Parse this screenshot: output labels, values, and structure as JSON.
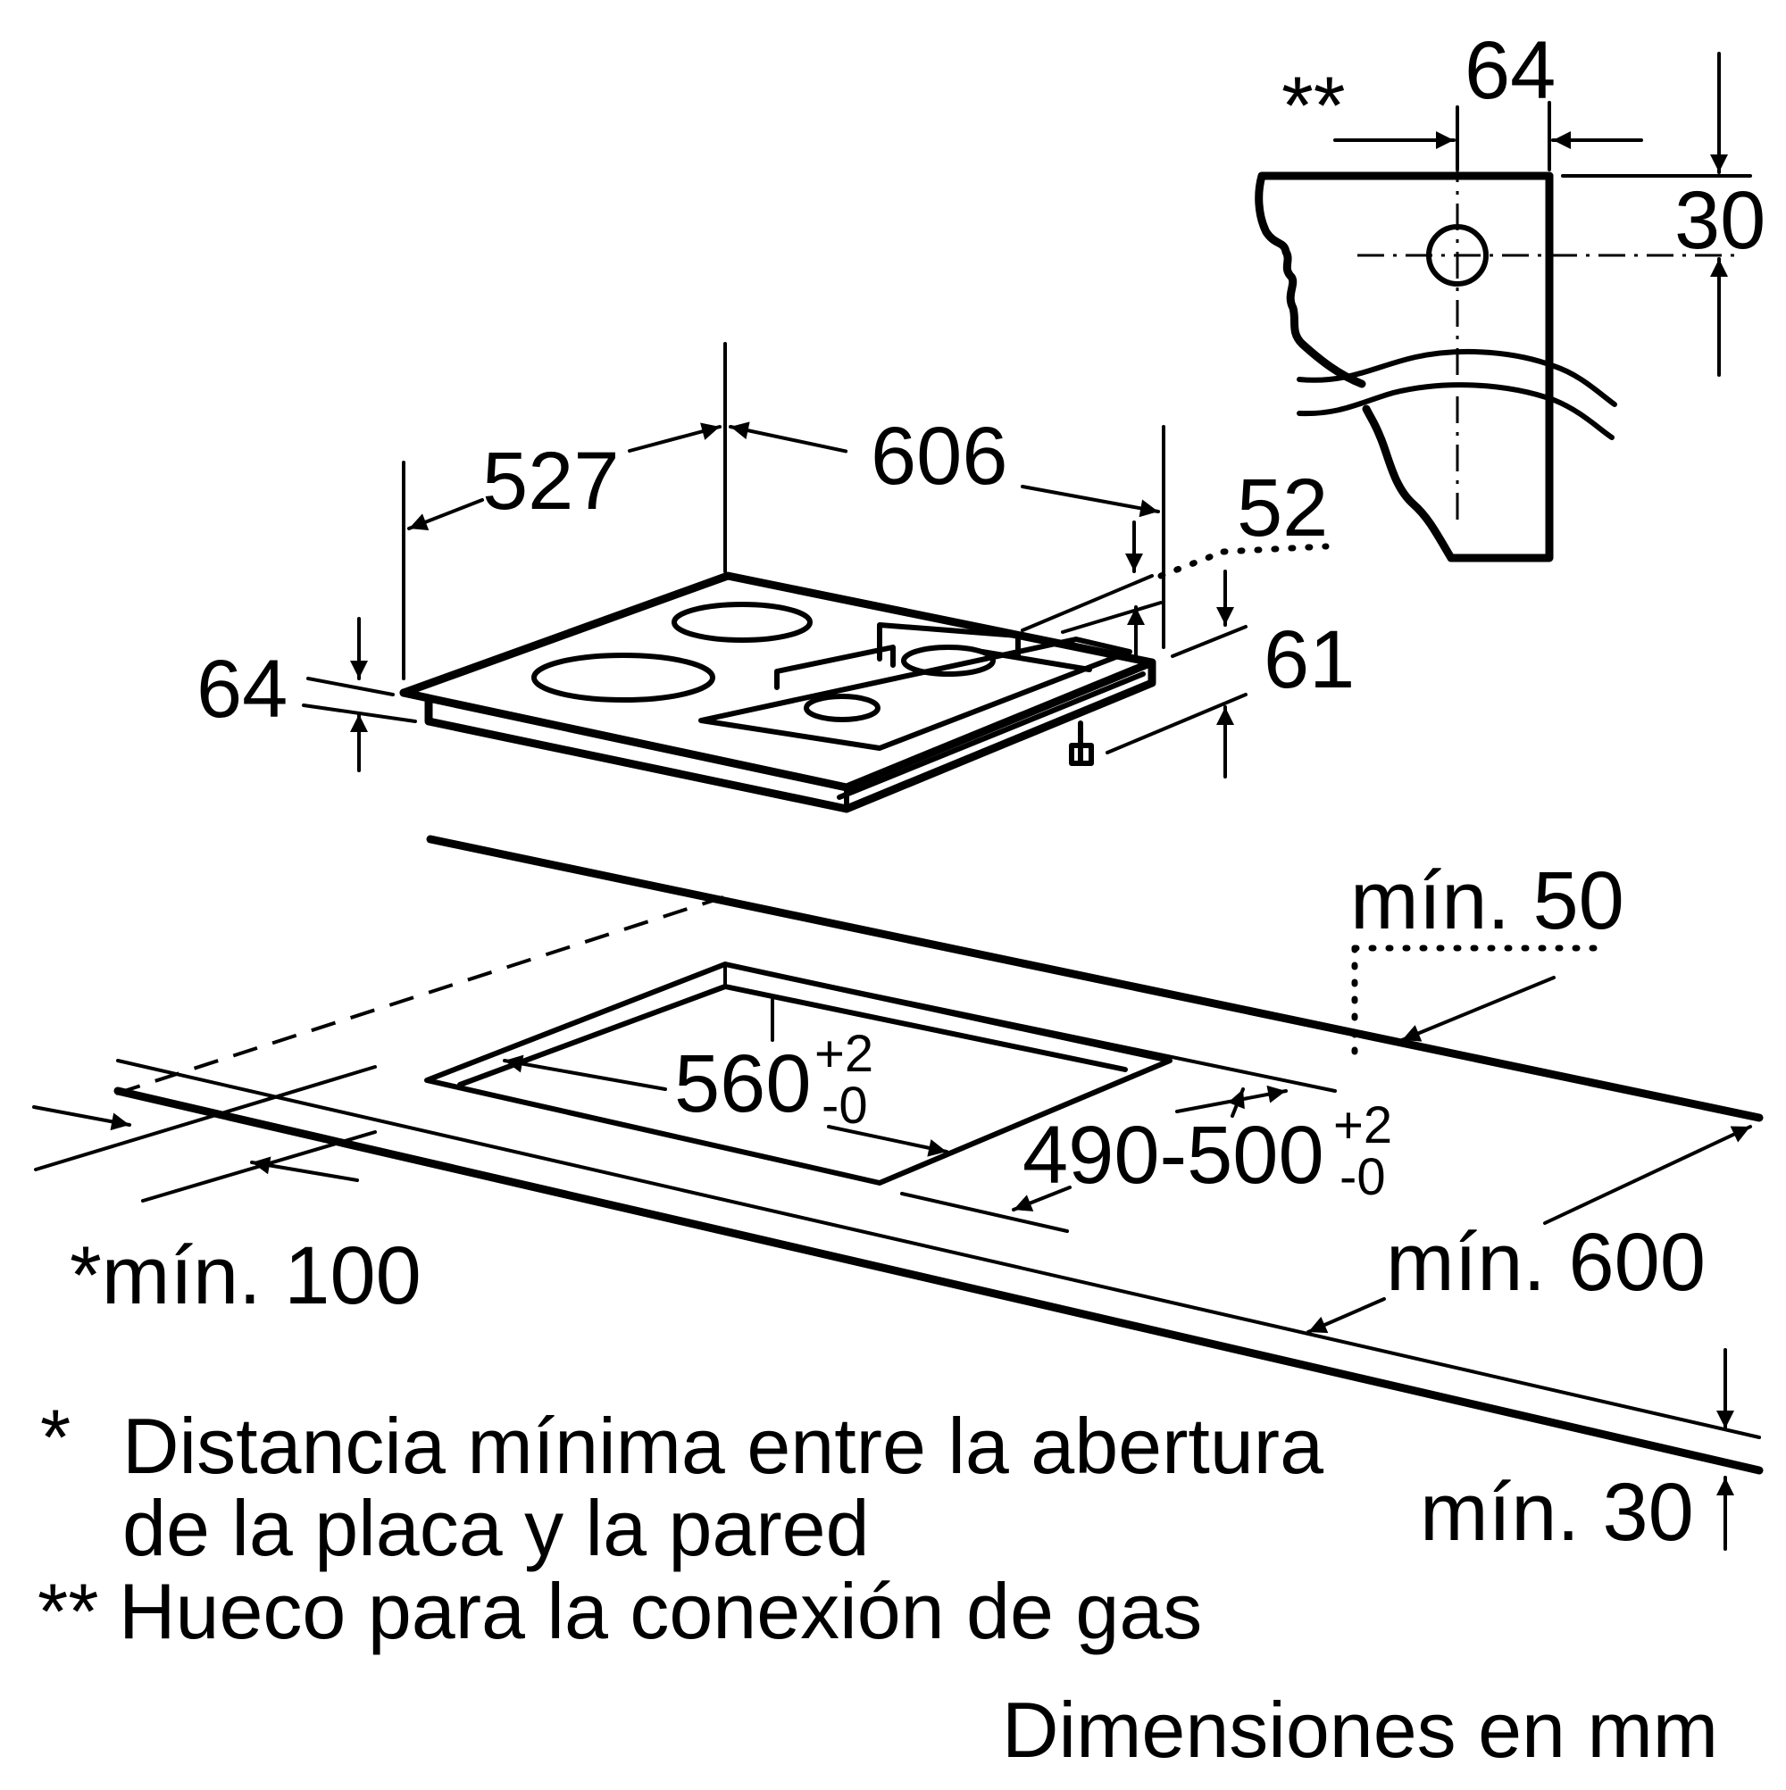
{
  "hob": {
    "depth": "527",
    "width": "606",
    "height_front": "64",
    "offset_back": "52",
    "height_back": "61"
  },
  "gas_connection": {
    "marker": "**",
    "width": "64",
    "height": "30"
  },
  "cutout": {
    "width": "560",
    "width_tol_plus": "+2",
    "width_tol_minus": "-0",
    "depth": "490-500",
    "depth_tol_plus": "+2",
    "depth_tol_minus": "-0",
    "min_back": "mín. 50",
    "min_wall": "*mín. 100",
    "min_worktop": "mín. 600",
    "min_edge": "mín. 30"
  },
  "notes": {
    "star_1": "*",
    "line_1": "Distancia mínima entre la abertura",
    "line_2": "de la placa y la pared",
    "star_2": "**",
    "line_3": "Hueco para la conexión de gas"
  },
  "units": "Dimensiones en mm"
}
